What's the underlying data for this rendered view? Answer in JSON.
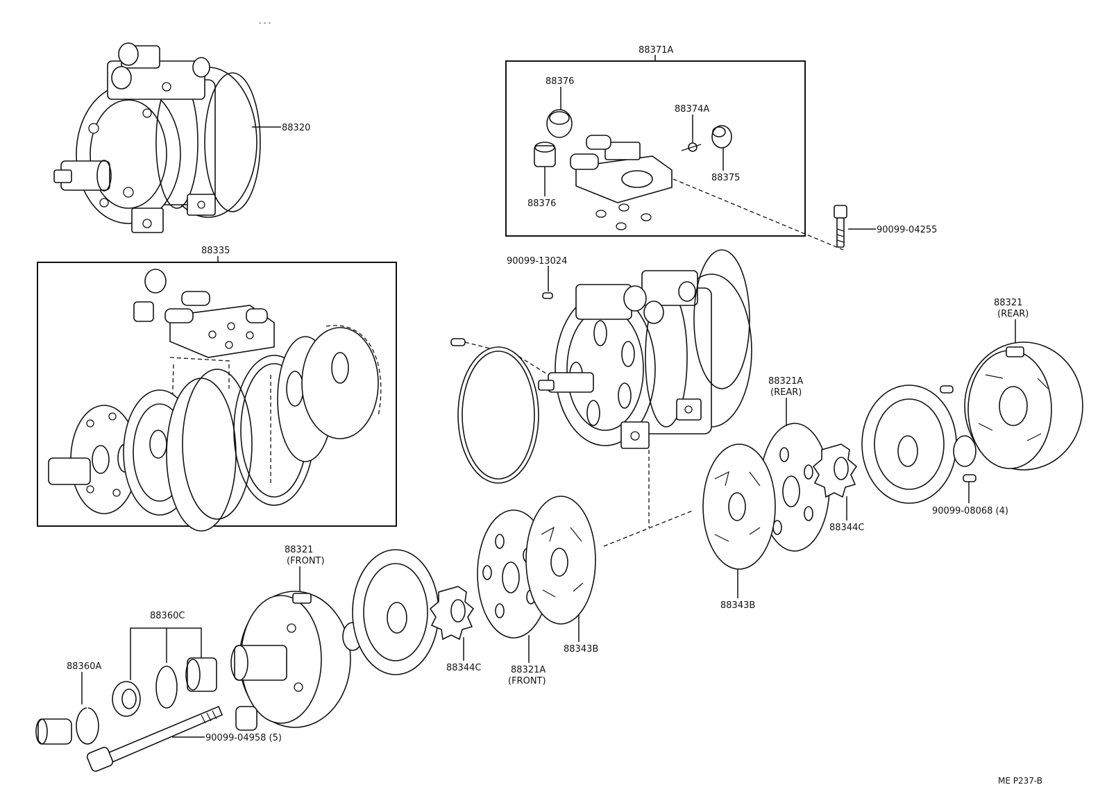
{
  "labels": {
    "p88371A": "88371A",
    "p88376_top": "88376",
    "p88374A": "88374A",
    "p88376_bottom": "88376",
    "p88375": "88375",
    "p88320": "88320",
    "p90099_04255": "90099-04255",
    "p88335": "88335",
    "p90099_13024": "90099-13024",
    "p88321_rear": "88321",
    "p88321_rear_note": "(REAR)",
    "p88321A_rear": "88321A",
    "p88321A_rear_note": "(REAR)",
    "p90099_08068": "90099-08068 (4)",
    "p88344C_right": "88344C",
    "p88343B_right": "88343B",
    "p88321_front": "88321",
    "p88321_front_note": "(FRONT)",
    "p88360C": "88360C",
    "p88360A": "88360A",
    "p88344C_left": "88344C",
    "p88321A_front": "88321A",
    "p88321A_front_note": "(FRONT)",
    "p88343B_left": "88343B",
    "p90099_04958": "90099-04958 (5)",
    "footer_ref": "ME  P237-B",
    "top_mark": "- - -"
  }
}
